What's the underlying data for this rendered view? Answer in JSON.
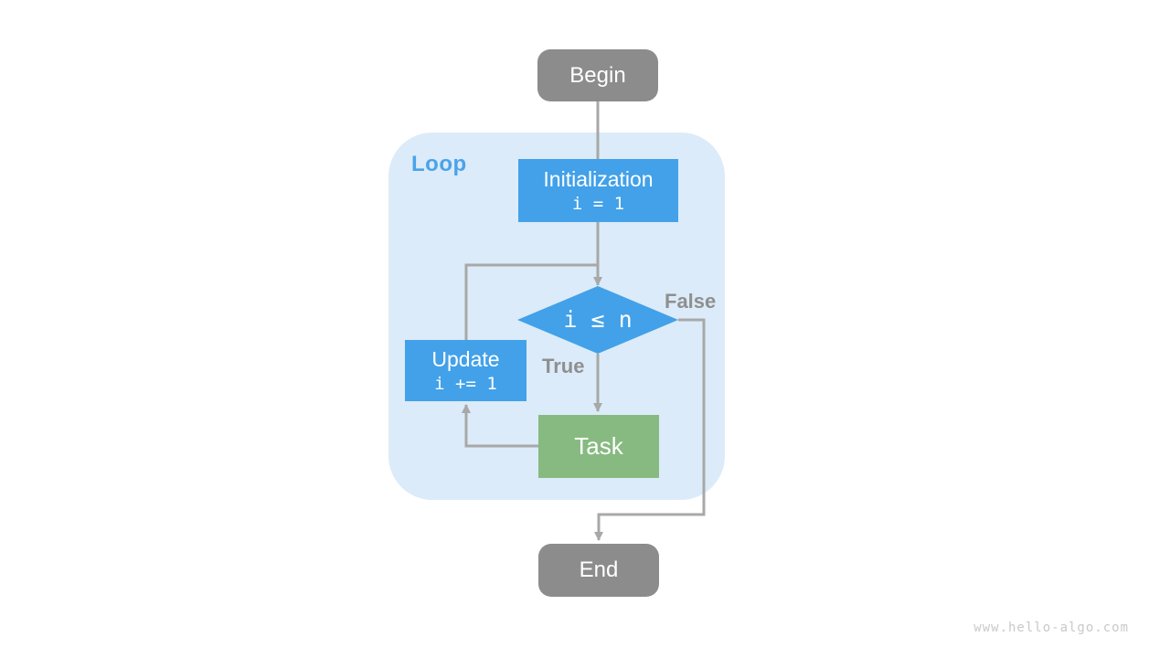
{
  "diagram": {
    "loop_label": "Loop",
    "nodes": {
      "begin": {
        "label": "Begin"
      },
      "initialization": {
        "label": "Initialization",
        "code": "i = 1"
      },
      "condition": {
        "code": "i ≤ n"
      },
      "update": {
        "label": "Update",
        "code": "i += 1"
      },
      "task": {
        "label": "Task"
      },
      "end": {
        "label": "End"
      }
    },
    "edges": {
      "true_label": "True",
      "false_label": "False"
    },
    "colors": {
      "process_blue": "#42A1E8",
      "task_green": "#87BA80",
      "terminal_gray": "#8C8C8C",
      "loop_bg": "#DBEBF9",
      "line_gray": "#A8A8A8",
      "label_gray": "#8F8F8F",
      "loop_label_blue": "#4AA3E9",
      "watermark_gray": "#C9C9C9"
    },
    "watermark": "www.hello-algo.com"
  }
}
